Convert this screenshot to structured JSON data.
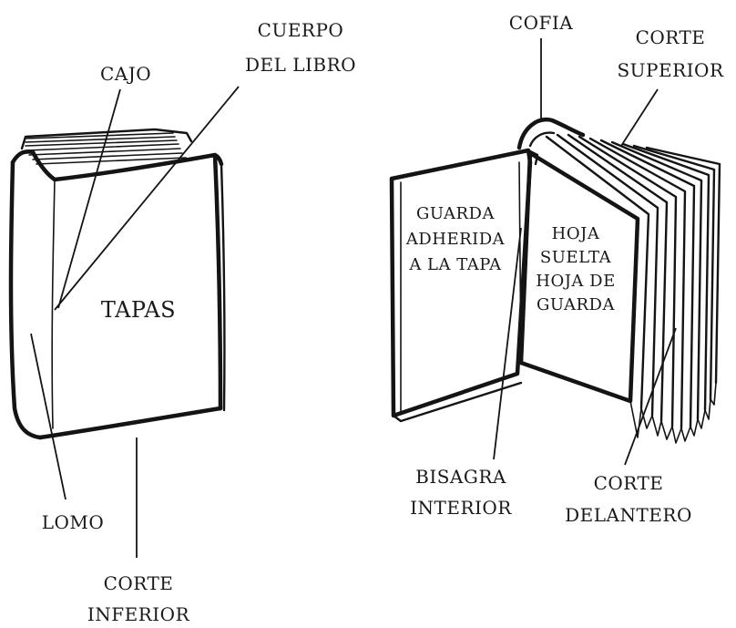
{
  "labels": {
    "cajo": "CAJO",
    "cuerpo_line1": "CUERPO",
    "cuerpo_line2": "DEL LIBRO",
    "tapas": "TAPAS",
    "lomo": "LOMO",
    "corte_inferior_line1": "CORTE",
    "corte_inferior_line2": "INFERIOR",
    "cofia": "COFIA",
    "corte_superior_line1": "CORTE",
    "corte_superior_line2": "SUPERIOR",
    "guarda_line1": "GUARDA",
    "guarda_line2": "ADHERIDA",
    "guarda_line3": "A LA TAPA",
    "hoja_line1": "HOJA",
    "hoja_line2": "SUELTA",
    "hoja_line3": "HOJA DE",
    "hoja_line4": "GUARDA",
    "bisagra_line1": "BISAGRA",
    "bisagra_line2": "INTERIOR",
    "corte_delantero_line1": "CORTE",
    "corte_delantero_line2": "DELANTERO"
  }
}
